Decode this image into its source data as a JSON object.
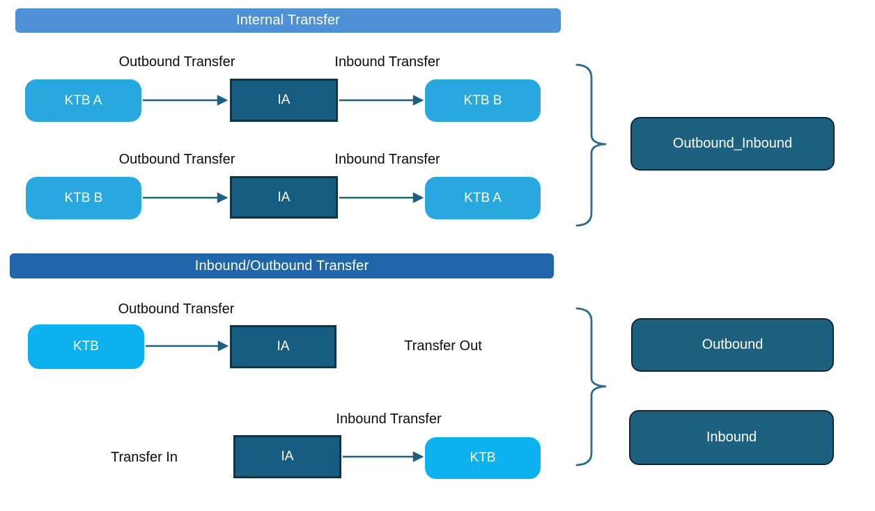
{
  "palette": {
    "banner_light": "#4f91d7",
    "banner_dark": "#2066a9",
    "ktb_top_fill": "#29a8e0",
    "ktb_bottom_fill": "#0db1ee",
    "ia_fill": "#175d80",
    "ia_border": "#0d3447",
    "result_fill": "#1d6080",
    "result_border": "#10293a",
    "connector": "#1f5f7f",
    "label_text": "#0b0b0b",
    "box_text": "#ffffff"
  },
  "internal": {
    "title": "Internal Transfer",
    "row1": {
      "out_label": "Outbound Transfer",
      "in_label": "Inbound Transfer",
      "source": "KTB A",
      "hub": "IA",
      "target": "KTB B"
    },
    "row2": {
      "out_label": "Outbound Transfer",
      "in_label": "Inbound Transfer",
      "source": "KTB B",
      "hub": "IA",
      "target": "KTB A"
    },
    "result": "Outbound_Inbound"
  },
  "external": {
    "title": "Inbound/Outbound Transfer",
    "outbound_row": {
      "label": "Outbound Transfer",
      "source": "KTB",
      "hub": "IA",
      "side_text": "Transfer Out",
      "result": "Outbound"
    },
    "inbound_row": {
      "label": "Inbound Transfer",
      "side_text": "Transfer In",
      "hub": "IA",
      "target": "KTB",
      "result": "Inbound"
    }
  }
}
